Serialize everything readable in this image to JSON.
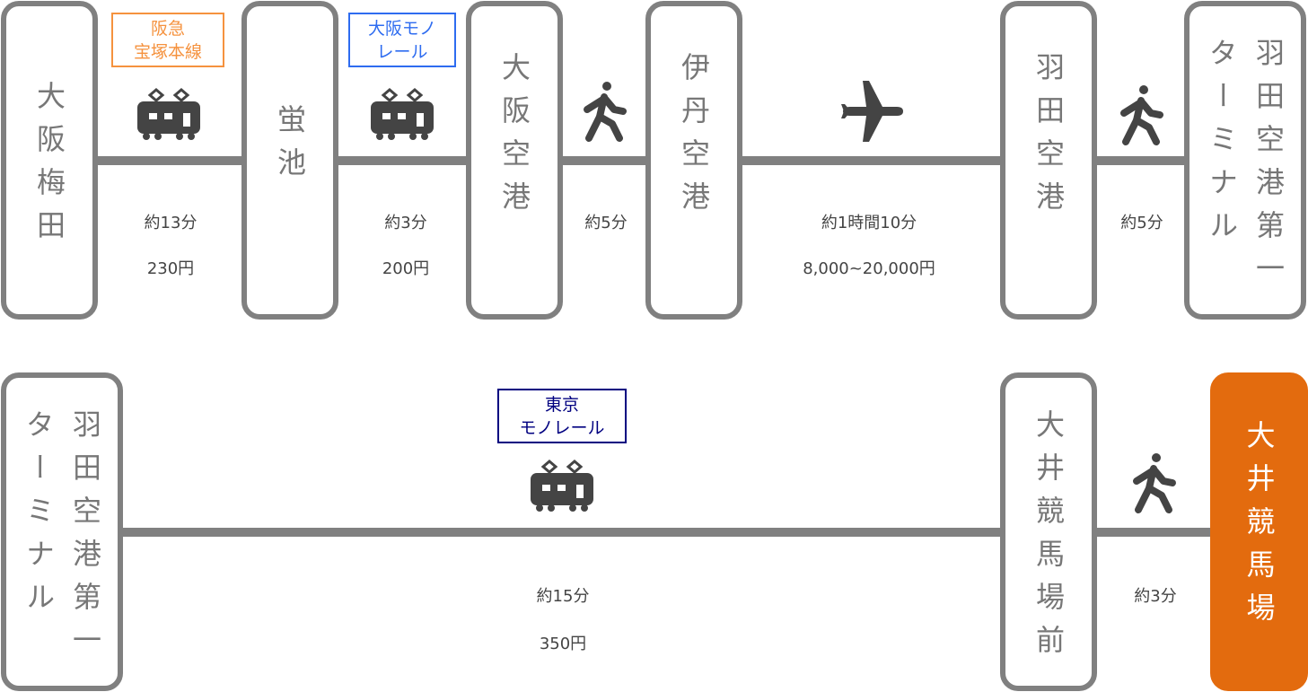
{
  "stations": [
    {
      "name": "大阪梅田"
    },
    {
      "name": "蛍池"
    },
    {
      "name": "大阪空港"
    },
    {
      "name": "伊丹空港"
    },
    {
      "name": "羽田空港"
    },
    {
      "name": "羽田空港第一\nターミナル"
    },
    {
      "name": "羽田空港第一\nターミナル"
    },
    {
      "name": "大井競馬場前"
    },
    {
      "name": "大井競馬場"
    }
  ],
  "segments": [
    {
      "mode": "train-icon",
      "line": "阪急\n宝塚本線",
      "line_color": "#f5923e",
      "time": "約13分",
      "fare": "230円"
    },
    {
      "mode": "train-icon",
      "line": "大阪モノ\nレール",
      "line_color": "#2e6cf0",
      "time": "約3分",
      "fare": "200円"
    },
    {
      "mode": "walk-icon",
      "time": "約5分"
    },
    {
      "mode": "plane-icon",
      "time": "約1時間10分",
      "fare": "8,000~20,000円"
    },
    {
      "mode": "walk-icon",
      "time": "約5分"
    },
    {
      "mode": "train-icon",
      "line": "東京\nモノレール",
      "line_color": "#000080",
      "time": "約15分",
      "fare": "350円"
    },
    {
      "mode": "walk-icon",
      "time": "約3分"
    }
  ],
  "colors": {
    "line": "#808080",
    "destination": "#e36b0e"
  }
}
